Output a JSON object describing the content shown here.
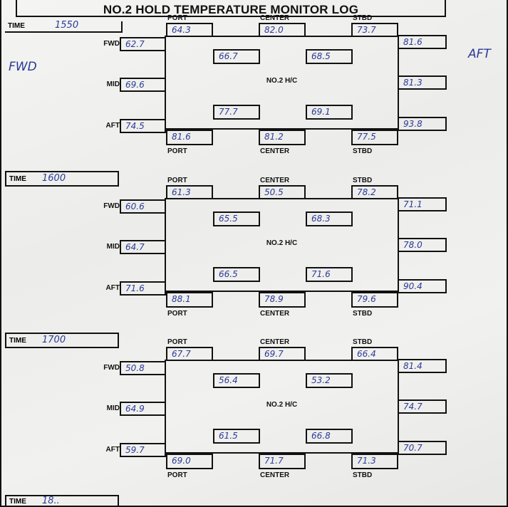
{
  "title": "NO.2 HOLD TEMPERATURE MONITOR LOG",
  "annotations": {
    "left": "FWD",
    "right": "AFT"
  },
  "labels": {
    "time": "TIME",
    "port": "PORT",
    "center": "CENTER",
    "stbd": "STBD",
    "fwd": "FWD",
    "mid": "MID",
    "aft": "AFT",
    "hold": "NO.2 H/C"
  },
  "ink_color": "#2b3a98",
  "readings": [
    {
      "time": "1550",
      "top": [
        "64.3",
        "82.0",
        "73.7"
      ],
      "left": [
        "62.7",
        "69.6",
        "74.5"
      ],
      "right": [
        "81.6",
        "81.3",
        "93.8"
      ],
      "inner": [
        "66.7",
        "68.5",
        "77.7",
        "69.1"
      ],
      "bottom": [
        "81.6",
        "81.2",
        "77.5"
      ]
    },
    {
      "time": "1600",
      "top": [
        "61.3",
        "50.5",
        "78.2"
      ],
      "left": [
        "60.6",
        "64.7",
        "71.6"
      ],
      "right": [
        "71.1",
        "78.0",
        "90.4"
      ],
      "inner": [
        "65.5",
        "68.3",
        "66.5",
        "71.6"
      ],
      "bottom": [
        "88.1",
        "78.9",
        "79.6"
      ]
    },
    {
      "time": "1700",
      "top": [
        "67.7",
        "69.7",
        "66.4"
      ],
      "left": [
        "50.8",
        "64.9",
        "59.7"
      ],
      "right": [
        "81.4",
        "74.7",
        "70.7"
      ],
      "inner": [
        "56.4",
        "53.2",
        "61.5",
        "66.8"
      ],
      "bottom": [
        "69.0",
        "71.7",
        "71.3"
      ]
    },
    {
      "time": "18..",
      "partial": true
    }
  ]
}
